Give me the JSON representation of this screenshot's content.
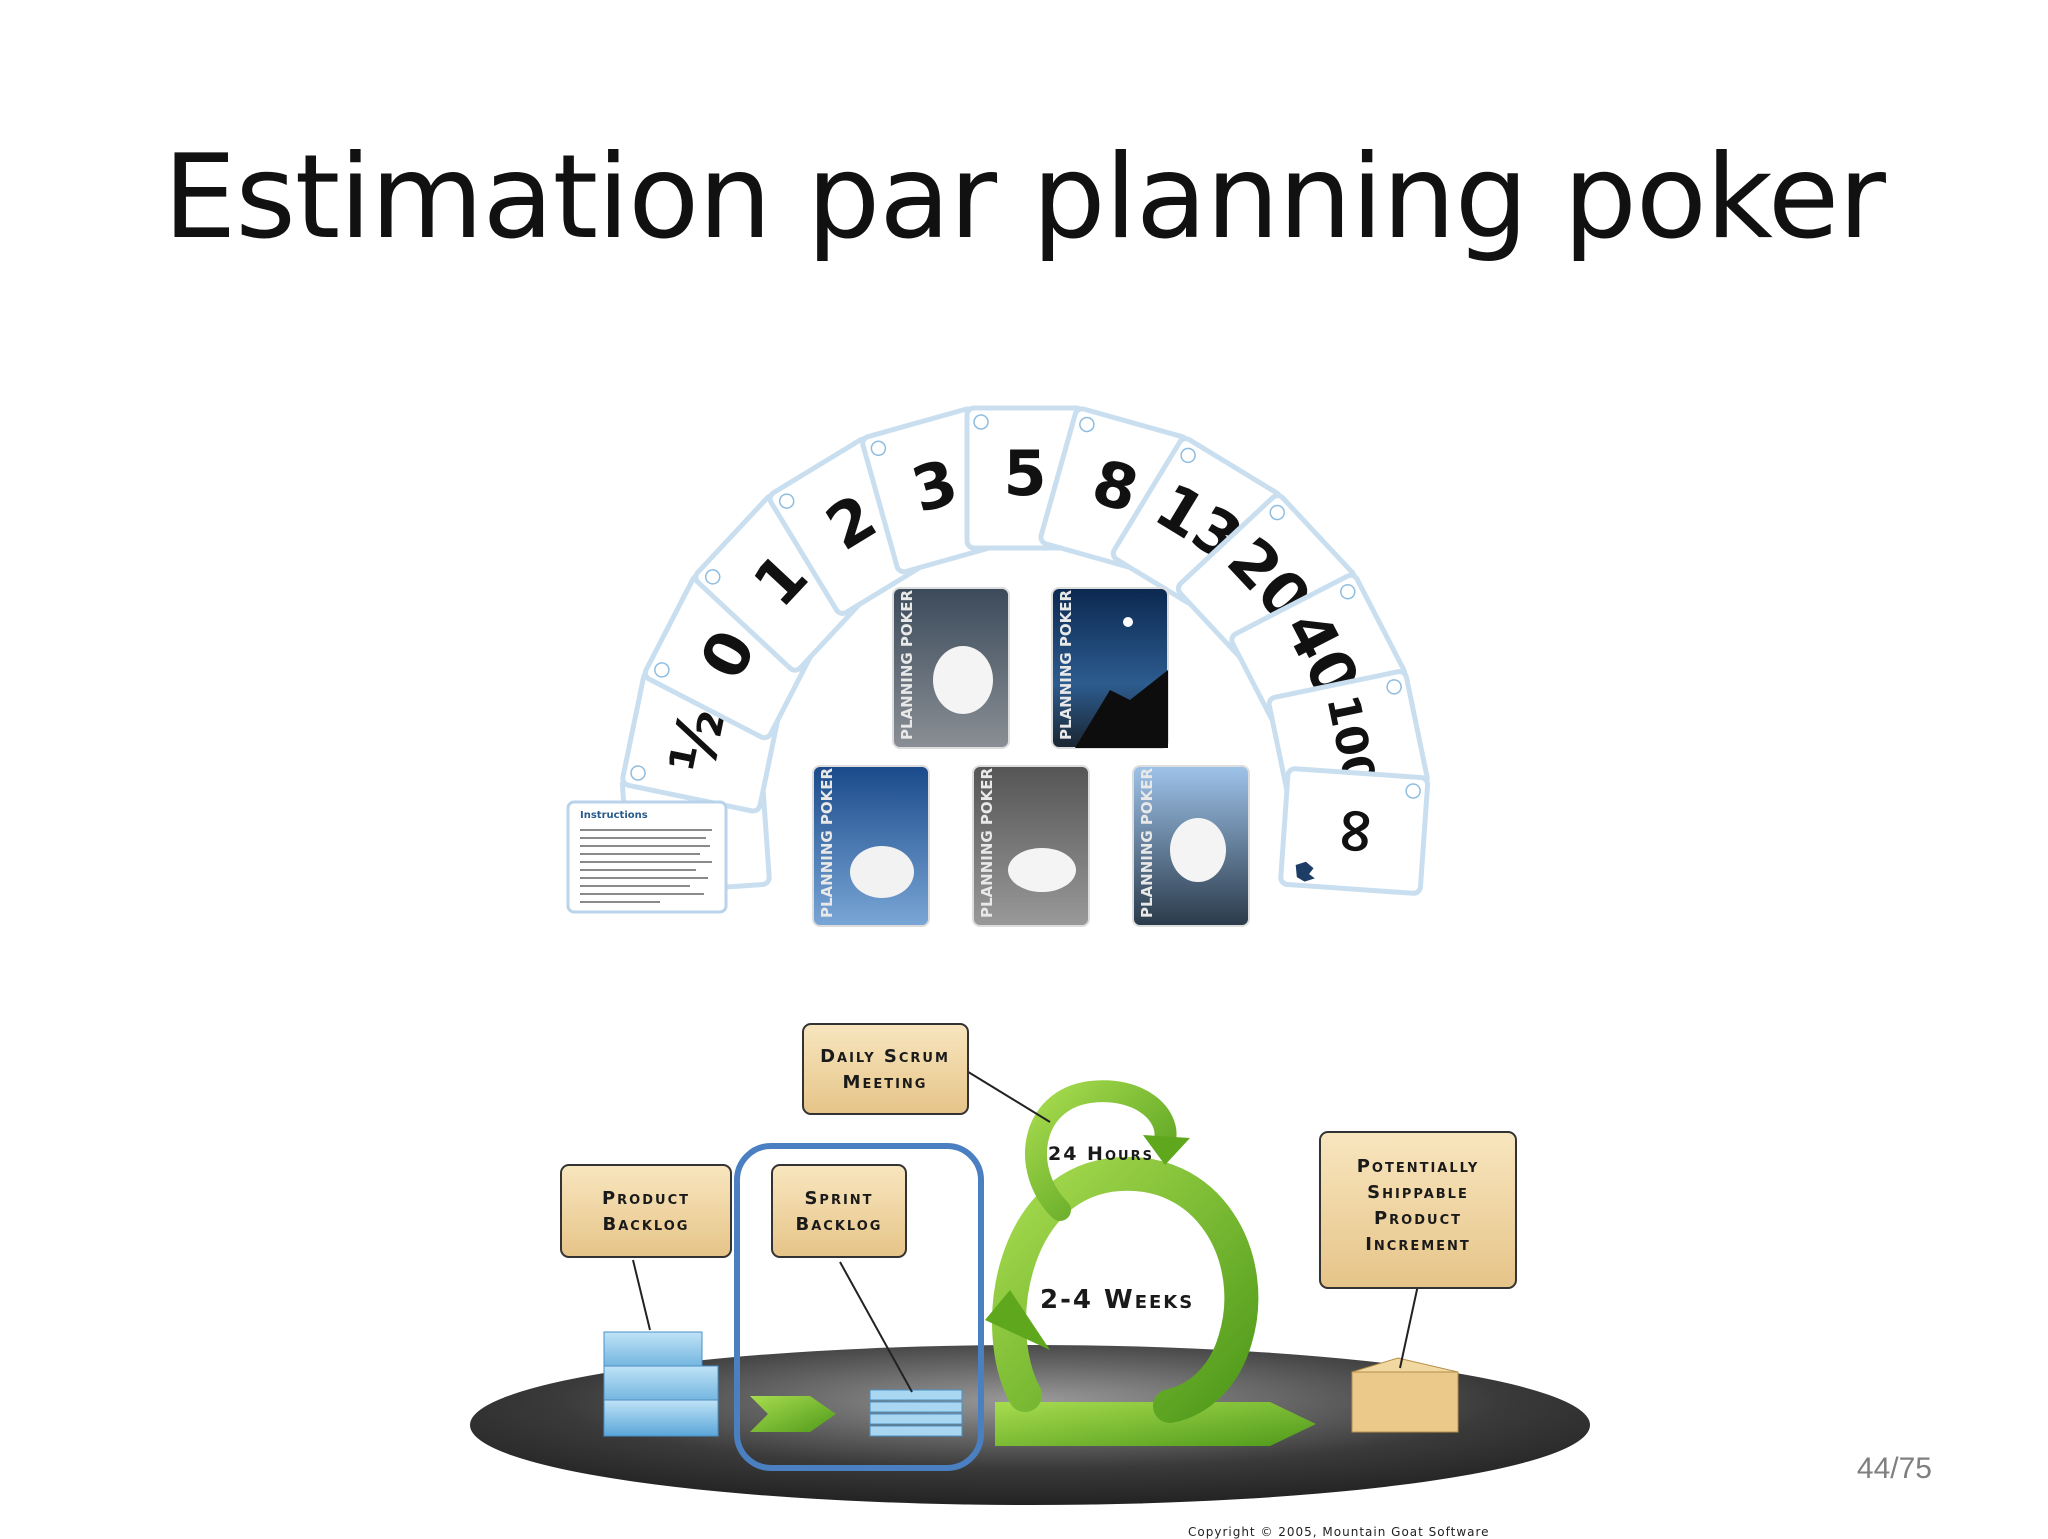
{
  "slide": {
    "title": "Estimation par planning poker",
    "page_number": "44/75",
    "copyright": "Copyright © 2005, Mountain Goat Software"
  },
  "cards": {
    "values": [
      "?",
      "½",
      "0",
      "1",
      "2",
      "3",
      "5",
      "8",
      "13",
      "20",
      "40",
      "100",
      "∞"
    ],
    "instructions_heading": "Instructions",
    "deck_brand": "PLANNING POKER",
    "card_color": "#c9dff0"
  },
  "scrum": {
    "daily_scrum": [
      "Daily Scrum",
      "Meeting"
    ],
    "hours": "24 Hours",
    "weeks": "2-4 Weeks",
    "product_backlog": [
      "Product",
      "Backlog"
    ],
    "sprint_backlog": [
      "Sprint",
      "Backlog"
    ],
    "increment": [
      "Potentially",
      "Shippable",
      "Product",
      "Increment"
    ],
    "highlight_color": "#4a7fc1",
    "arrow_color": "#6ab023",
    "box_color": "#f2d9a6"
  }
}
